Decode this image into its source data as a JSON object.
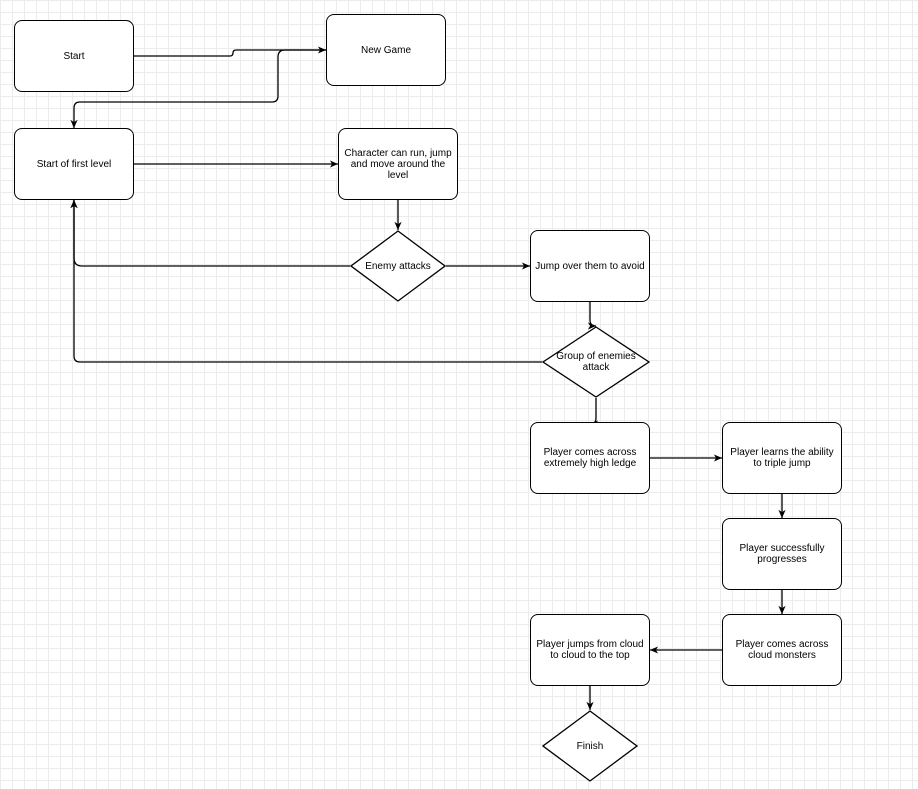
{
  "nodes": {
    "start": "Start",
    "new_game": "New Game",
    "first_level": "Start of first level",
    "character_moves": "Character can run, jump and move around the level",
    "enemy_attacks": "Enemy attacks",
    "jump_over": "Jump over them to avoid",
    "group_enemies": "Group of enemies attack",
    "high_ledge": "Player comes across extremely high ledge",
    "triple_jump": "Player learns the ability to triple jump",
    "progresses": "Player successfully progresses",
    "cloud_monsters": "Player comes across cloud monsters",
    "cloud_jump": "Player jumps from cloud to cloud to the top",
    "finish": "Finish"
  },
  "colors": {
    "stroke": "#000000",
    "fill": "#ffffff",
    "grid": "#ececec"
  }
}
